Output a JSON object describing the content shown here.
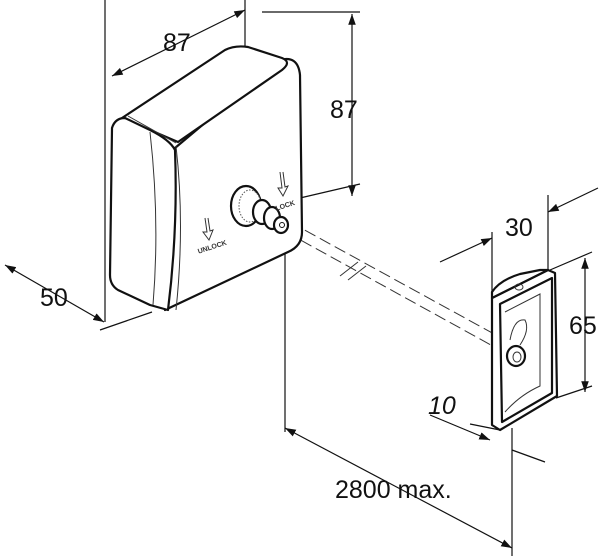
{
  "drawing": {
    "dimensions": {
      "box_width": "87",
      "box_height": "87",
      "box_depth": "50",
      "plate_width": "30",
      "plate_height": "65",
      "plate_depth": "10",
      "cable_length": "2800 max."
    },
    "labels": {
      "unlock": "UNLOCK",
      "lock": "LOCK"
    }
  }
}
